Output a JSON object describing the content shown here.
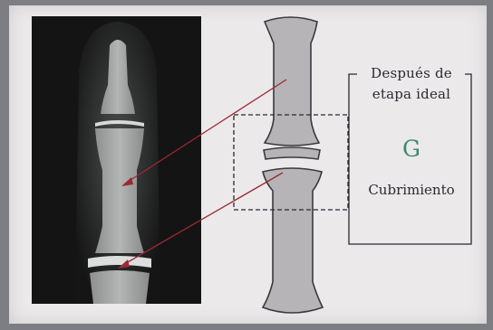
{
  "annotation": {
    "line1": "Después de",
    "line2": "etapa ideal",
    "stage_letter": "G",
    "stage_name": "Cubrimiento"
  },
  "colors": {
    "background": "#ebe9ea",
    "bone_fill": "#b6b4b6",
    "bone_stroke": "#3a3a3e",
    "arrow": "#9a2a35",
    "stage_letter": "#3c8a6e",
    "xray_background": "#141414"
  }
}
